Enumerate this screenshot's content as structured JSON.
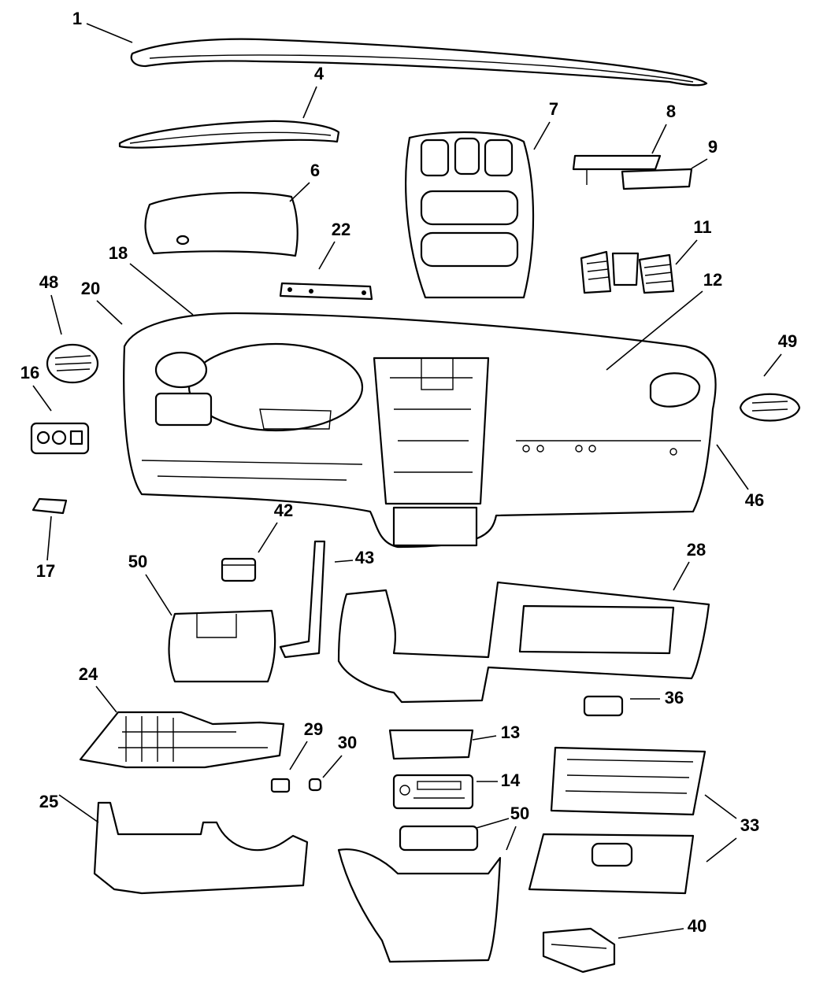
{
  "diagram": {
    "type": "exploded parts diagram",
    "line_color": "#000000",
    "background": "#ffffff",
    "callouts": [
      "1",
      "4",
      "6",
      "7",
      "8",
      "9",
      "11",
      "12",
      "22",
      "18",
      "20",
      "48",
      "16",
      "49",
      "46",
      "17",
      "42",
      "43",
      "50",
      "28",
      "24",
      "29",
      "30",
      "13",
      "36",
      "14",
      "25",
      "50",
      "33",
      "40"
    ]
  }
}
